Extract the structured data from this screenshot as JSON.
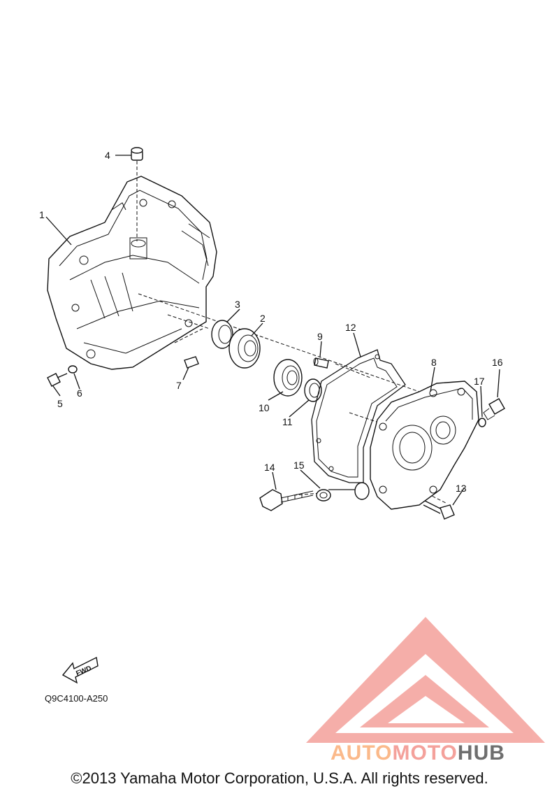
{
  "callouts": [
    "1",
    "2",
    "3",
    "4",
    "5",
    "6",
    "7",
    "8",
    "9",
    "10",
    "11",
    "12",
    "13",
    "14",
    "15",
    "16",
    "17"
  ],
  "fwd_label": "FWD",
  "figure_code": "Q9C4100-A250",
  "copyright": "©2013 Yamaha Motor Corporation, U.S.A. All rights reserved.",
  "watermark": {
    "part1": "AUTO",
    "part2": "MOTO",
    "part3": "HUB",
    "color_light": "#fbb98a",
    "color_red": "#f4a19b",
    "color_dark": "#6e6e6e"
  }
}
